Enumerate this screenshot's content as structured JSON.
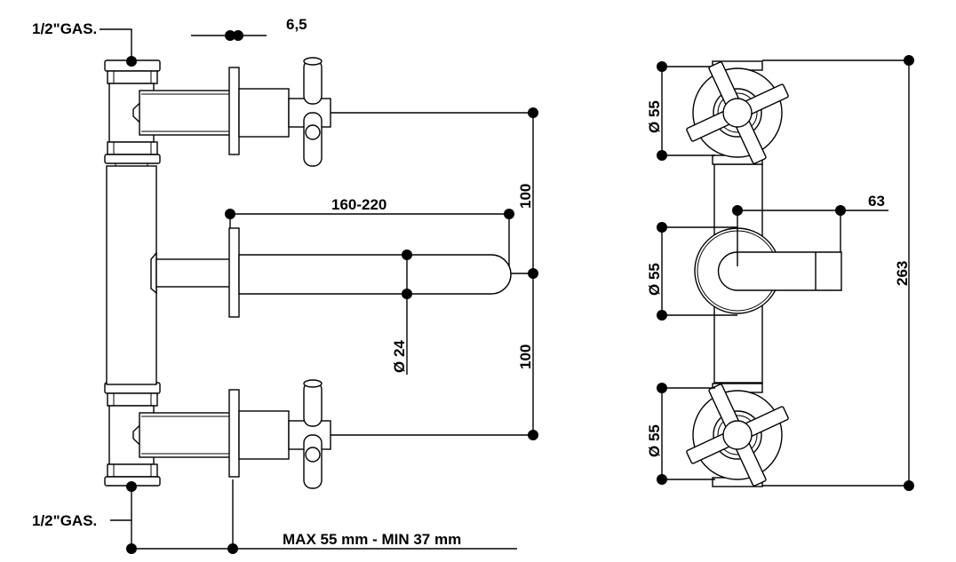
{
  "side_view": {
    "thread_top": "1/2\"GAS.",
    "thread_bottom": "1/2\"GAS.",
    "flange_thickness": "6,5",
    "spout_length": "160-220",
    "spout_diameter": "Ø 24",
    "upper_spacing": "100",
    "lower_spacing": "100",
    "depth_range": "MAX 55 mm - MIN 37 mm"
  },
  "front_view": {
    "top_handle_diameter": "Ø 55",
    "spout_rosette_diameter": "Ø 55",
    "bottom_handle_diameter": "Ø 55",
    "lever_length": "63",
    "total_height": "263"
  }
}
